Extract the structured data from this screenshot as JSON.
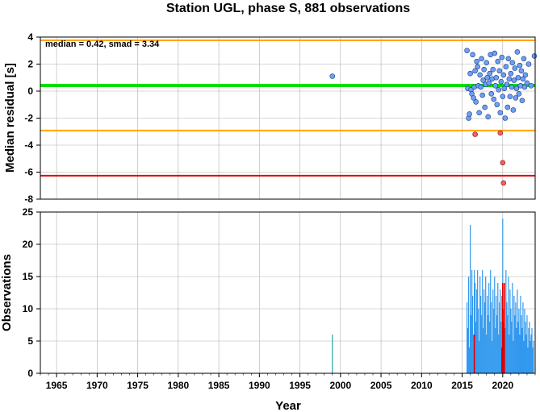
{
  "chart_data": [
    {
      "type": "scatter",
      "title": "Station UGL, phase S, 881 observations",
      "xlabel": "",
      "ylabel": "Median residual [s]",
      "xlim": [
        1963,
        2024
      ],
      "ylim": [
        -8,
        4
      ],
      "yticks": [
        -8,
        -6,
        -4,
        -2,
        0,
        2,
        4
      ],
      "grid": true,
      "annotation": "median = 0.42, smad = 3.34",
      "colors": {
        "normal": "#6fa0f0",
        "outlier": "#f06060",
        "median": "#00e000",
        "smad_band": "#ffa500",
        "limit": "#e00000"
      },
      "reference_lines": [
        {
          "y": 0.42,
          "color": "#00e000"
        },
        {
          "y": 3.76,
          "color": "#ffa500"
        },
        {
          "y": -2.92,
          "color": "#ffa500"
        },
        {
          "y": -6.26,
          "color": "#e00000"
        }
      ],
      "series": [
        {
          "points": [
            [
              1999.0,
              1.1
            ],
            [
              2015.6,
              3.0
            ],
            [
              2015.7,
              0.2
            ],
            [
              2015.8,
              -2.0
            ],
            [
              2015.9,
              -1.7
            ],
            [
              2016.0,
              1.3
            ],
            [
              2016.1,
              0.1
            ],
            [
              2016.2,
              -0.2
            ],
            [
              2016.3,
              2.7
            ],
            [
              2016.4,
              -0.5
            ],
            [
              2016.5,
              0.3
            ],
            [
              2016.6,
              1.5
            ],
            [
              2016.7,
              -0.8
            ],
            [
              2016.8,
              2.2
            ],
            [
              2016.9,
              1.8
            ],
            [
              2017.0,
              0.4
            ],
            [
              2017.1,
              -1.6
            ],
            [
              2017.2,
              1.2
            ],
            [
              2017.3,
              0.3
            ],
            [
              2017.4,
              2.4
            ],
            [
              2017.5,
              -0.3
            ],
            [
              2017.6,
              0.8
            ],
            [
              2017.7,
              1.6
            ],
            [
              2017.8,
              -1.2
            ],
            [
              2017.9,
              0.5
            ],
            [
              2018.0,
              2.1
            ],
            [
              2018.1,
              1.0
            ],
            [
              2018.2,
              -1.9
            ],
            [
              2018.3,
              0.6
            ],
            [
              2018.4,
              1.3
            ],
            [
              2018.5,
              2.7
            ],
            [
              2018.6,
              -0.2
            ],
            [
              2018.7,
              0.9
            ],
            [
              2018.8,
              1.6
            ],
            [
              2018.9,
              -0.6
            ],
            [
              2019.0,
              2.8
            ],
            [
              2019.1,
              0.4
            ],
            [
              2019.2,
              1.0
            ],
            [
              2019.3,
              -1.0
            ],
            [
              2019.4,
              2.2
            ],
            [
              2019.5,
              0.1
            ],
            [
              2019.6,
              1.5
            ],
            [
              2019.7,
              -1.6
            ],
            [
              2019.8,
              0.7
            ],
            [
              2019.9,
              2.5
            ],
            [
              2020.0,
              -0.4
            ],
            [
              2020.1,
              1.2
            ],
            [
              2020.2,
              0.2
            ],
            [
              2020.3,
              -2.0
            ],
            [
              2020.4,
              1.8
            ],
            [
              2020.5,
              0.5
            ],
            [
              2020.6,
              -1.2
            ],
            [
              2020.7,
              2.4
            ],
            [
              2020.8,
              0.9
            ],
            [
              2020.9,
              -0.4
            ],
            [
              2021.0,
              1.3
            ],
            [
              2021.1,
              0.3
            ],
            [
              2021.2,
              2.1
            ],
            [
              2021.3,
              -1.4
            ],
            [
              2021.4,
              0.8
            ],
            [
              2021.5,
              1.7
            ],
            [
              2021.6,
              -0.5
            ],
            [
              2021.7,
              0.2
            ],
            [
              2021.8,
              2.9
            ],
            [
              2021.9,
              1.0
            ],
            [
              2022.0,
              -0.2
            ],
            [
              2022.1,
              1.9
            ],
            [
              2022.2,
              0.4
            ],
            [
              2022.3,
              1.5
            ],
            [
              2022.4,
              -0.7
            ],
            [
              2022.5,
              0.9
            ],
            [
              2022.6,
              2.4
            ],
            [
              2022.7,
              0.3
            ],
            [
              2022.8,
              1.2
            ],
            [
              2023.0,
              0.6
            ],
            [
              2023.2,
              2.0
            ],
            [
              2023.5,
              0.4
            ],
            [
              2023.9,
              2.6
            ]
          ]
        },
        {
          "points": [
            [
              2016.6,
              -3.2
            ],
            [
              2019.7,
              -3.1
            ],
            [
              2020.0,
              -5.3
            ],
            [
              2020.1,
              -6.8
            ]
          ]
        }
      ]
    },
    {
      "type": "bar",
      "title": "",
      "xlabel": "Year",
      "ylabel": "Observations",
      "xlim": [
        1963,
        2024
      ],
      "ylim": [
        0,
        25
      ],
      "yticks": [
        0,
        5,
        10,
        15,
        20,
        25
      ],
      "xticks": [
        1965,
        1970,
        1975,
        1980,
        1985,
        1990,
        1995,
        2000,
        2005,
        2010,
        2015,
        2020
      ],
      "grid": true,
      "colors": {
        "bars": "#3399ee",
        "highlight": "#e00000",
        "early": "#22aaaa"
      },
      "series": [
        {
          "x": [
            1999.0
          ],
          "values": [
            6
          ]
        },
        {
          "x": [
            2015.6,
            2015.7,
            2015.8,
            2015.9,
            2016.0,
            2016.1,
            2016.2,
            2016.3,
            2016.4,
            2016.5,
            2016.6,
            2016.7,
            2016.8,
            2016.9,
            2017.0,
            2017.1,
            2017.2,
            2017.3,
            2017.4,
            2017.5,
            2017.6,
            2017.7,
            2017.8,
            2017.9,
            2018.0,
            2018.1,
            2018.2,
            2018.3,
            2018.4,
            2018.5,
            2018.6,
            2018.7,
            2018.8,
            2018.9,
            2019.0,
            2019.1,
            2019.2,
            2019.3,
            2019.4,
            2019.5,
            2019.6,
            2019.7,
            2019.8,
            2019.9,
            2020.0,
            2020.1,
            2020.2,
            2020.3,
            2020.4,
            2020.5,
            2020.6,
            2020.7,
            2020.8,
            2020.9,
            2021.0,
            2021.1,
            2021.2,
            2021.3,
            2021.4,
            2021.5,
            2021.6,
            2021.7,
            2021.8,
            2021.9,
            2022.0,
            2022.1,
            2022.2,
            2022.3,
            2022.4,
            2022.5,
            2022.6,
            2022.7,
            2022.8,
            2022.9,
            2023.0,
            2023.1,
            2023.2,
            2023.3,
            2023.4,
            2023.5,
            2023.6,
            2023.7,
            2023.8
          ],
          "values": [
            11,
            7,
            15,
            4,
            23,
            9,
            16,
            12,
            6,
            16,
            14,
            8,
            13,
            16,
            10,
            5,
            15,
            12,
            9,
            16,
            7,
            13,
            11,
            15,
            6,
            12,
            9,
            14,
            8,
            16,
            11,
            5,
            13,
            10,
            15,
            7,
            12,
            9,
            14,
            6,
            11,
            13,
            8,
            12,
            24,
            10,
            14,
            7,
            16,
            11,
            9,
            15,
            6,
            13,
            10,
            8,
            14,
            5,
            12,
            9,
            11,
            7,
            13,
            8,
            10,
            6,
            12,
            9,
            7,
            11,
            5,
            10,
            8,
            6,
            9,
            4,
            7,
            8,
            5,
            6,
            7,
            4,
            5
          ]
        },
        {
          "x": [
            2016.5,
            2019.9,
            2020.0,
            2020.1,
            2020.2
          ],
          "values": [
            6,
            4,
            14,
            8,
            14
          ]
        }
      ]
    }
  ]
}
